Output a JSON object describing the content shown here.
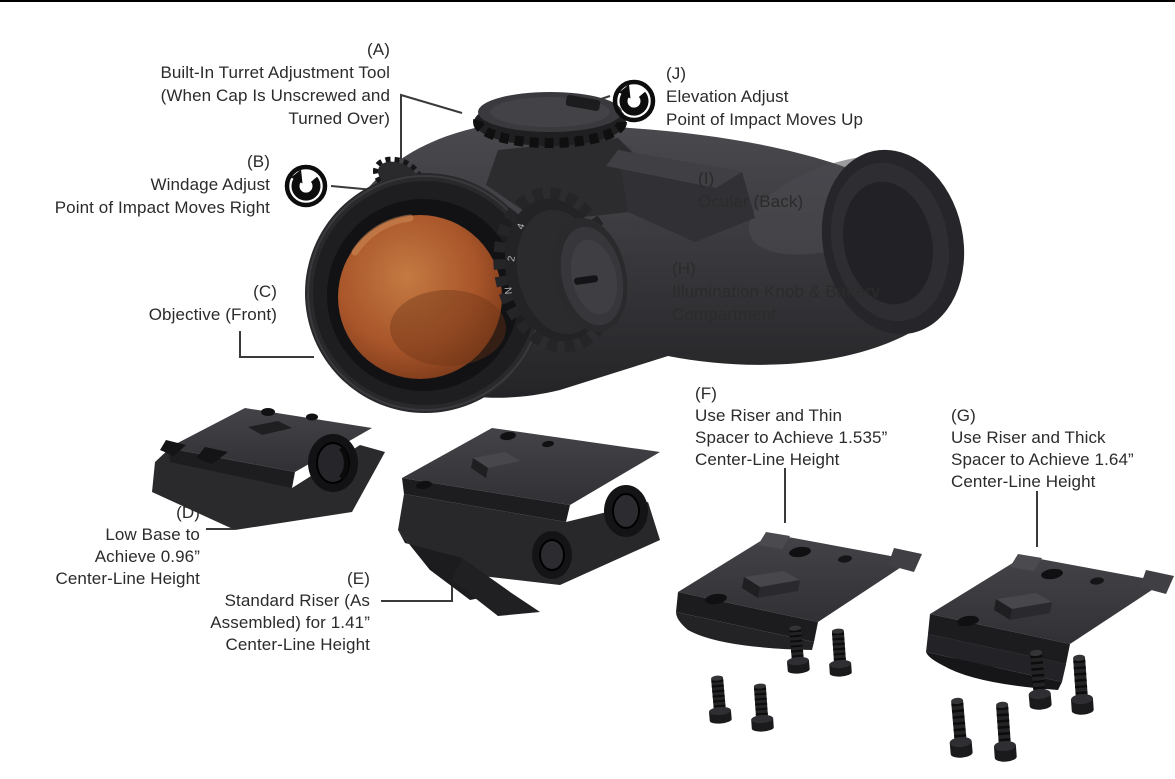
{
  "labels": {
    "A": {
      "tag": "(A)",
      "text": "Built-In Turret Adjustment Tool\n(When Cap Is Unscrewed and\nTurned Over)"
    },
    "B": {
      "tag": "(B)",
      "text": "Windage Adjust\nPoint of Impact Moves Right"
    },
    "C": {
      "tag": "(C)",
      "text": "Objective (Front)"
    },
    "D": {
      "tag": "(D)",
      "text": "Low Base to\nAchieve 0.96”\nCenter-Line Height"
    },
    "E": {
      "tag": "(E)",
      "text": "Standard Riser (As\nAssembled) for 1.41”\nCenter-Line Height"
    },
    "F": {
      "tag": "(F)",
      "text": "Use Riser and Thin\nSpacer to Achieve 1.535”\nCenter-Line Height"
    },
    "G": {
      "tag": "(G)",
      "text": "Use Riser and Thick\nSpacer to Achieve 1.64”\nCenter-Line Height"
    },
    "H": {
      "tag": "(H)",
      "text": "Illumination Knob & Battery\nCompartment"
    },
    "I": {
      "tag": "(I)",
      "text": "Ocular (Back)"
    },
    "J": {
      "tag": "(J)",
      "text": "Elevation Adjust\nPoint of Impact Moves Up"
    }
  },
  "dial": {
    "markings": [
      "4",
      "2",
      "N"
    ]
  },
  "icons": {
    "b": "rotate-counterclockwise-icon",
    "j": "rotate-counterclockwise-icon"
  },
  "colors": {
    "background": "#ffffff",
    "text": "#2b2b2b",
    "leader_line": "#3a3a3a",
    "body_dark": "#242427",
    "body_light": "#47474b",
    "lens_orange": "#a8552a",
    "icon_black": "#0d0d0d"
  }
}
